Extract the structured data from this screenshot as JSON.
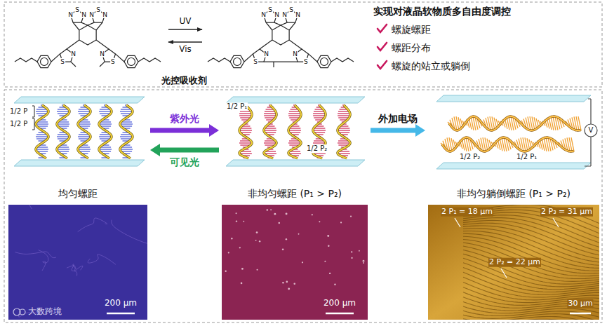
{
  "diagram": {
    "nodes": [
      {
        "text": [
          "光控吸收剂"
        ]
      },
      {
        "text": [
          "均匀螺距"
        ]
      },
      {
        "text": [
          "非均匀螺距 (P₁ > P₂)"
        ]
      },
      {
        "text": [
          "非均匀躺倒螺距 (P₁ > P₂)"
        ]
      }
    ],
    "edges": [
      {
        "from": 1,
        "to": 2,
        "label": "紫外光",
        "arrow": "to"
      },
      {
        "from": 2,
        "to": 1,
        "label": "可见光",
        "arrow": "to"
      },
      {
        "from": 2,
        "to": 3,
        "label": "外加电场",
        "arrow": "to"
      }
    ],
    "labels": [
      "UV",
      "Vis",
      "实现对液晶软物质多自由度调控",
      "螺旋螺距",
      "螺距分布",
      "螺旋的站立或躺倒",
      "N",
      "S",
      "N",
      "N",
      "S",
      "N",
      "S",
      "N",
      "N",
      "S",
      "N",
      "S",
      "N",
      "N",
      "S",
      "N",
      "S",
      "N",
      "N",
      "S",
      "1/2 P",
      "1/2 P",
      "1/2 P₁",
      "1/2 P₂",
      "1/2 P₂",
      "1/2 P₁",
      "V",
      "200 μm",
      "200 μm",
      "2 P₁ = 18 μm",
      "2 P₃ = 31 μm",
      "2 P₂ = 22 μm",
      "30 μm",
      "大数跨境"
    ]
  }
}
